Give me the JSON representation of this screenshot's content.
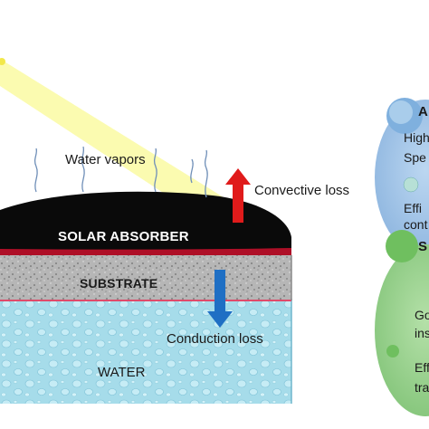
{
  "diagram": {
    "labels": {
      "water_vapors": "Water vapors",
      "convective_loss": "Convective loss",
      "solar_absorber": "SOLAR ABSORBER",
      "substrate": "SUBSTRATE",
      "conduction_loss": "Conduction loss",
      "water": "WATER"
    },
    "right_panel": {
      "top_bubble": {
        "heading_fragment": "A",
        "line1": "High",
        "line2": "Spe",
        "line3": "Effi",
        "line4": "cont"
      },
      "bottom_bubble": {
        "heading_fragment": "S",
        "line1": "Go",
        "line2": "ins",
        "line3": "Eff",
        "line4": "tra"
      }
    },
    "colors": {
      "sunlight": "#fbfbb0",
      "absorber": "#0a0a0a",
      "absorber_edge": "#d0102a",
      "substrate": "#b8b8b8",
      "water": "#a6dcea",
      "convective_arrow": "#e01b1b",
      "conduction_arrow": "#1f6fc4",
      "top_bubble": "#9fc3e6",
      "bottom_bubble": "#93cf8a"
    }
  }
}
